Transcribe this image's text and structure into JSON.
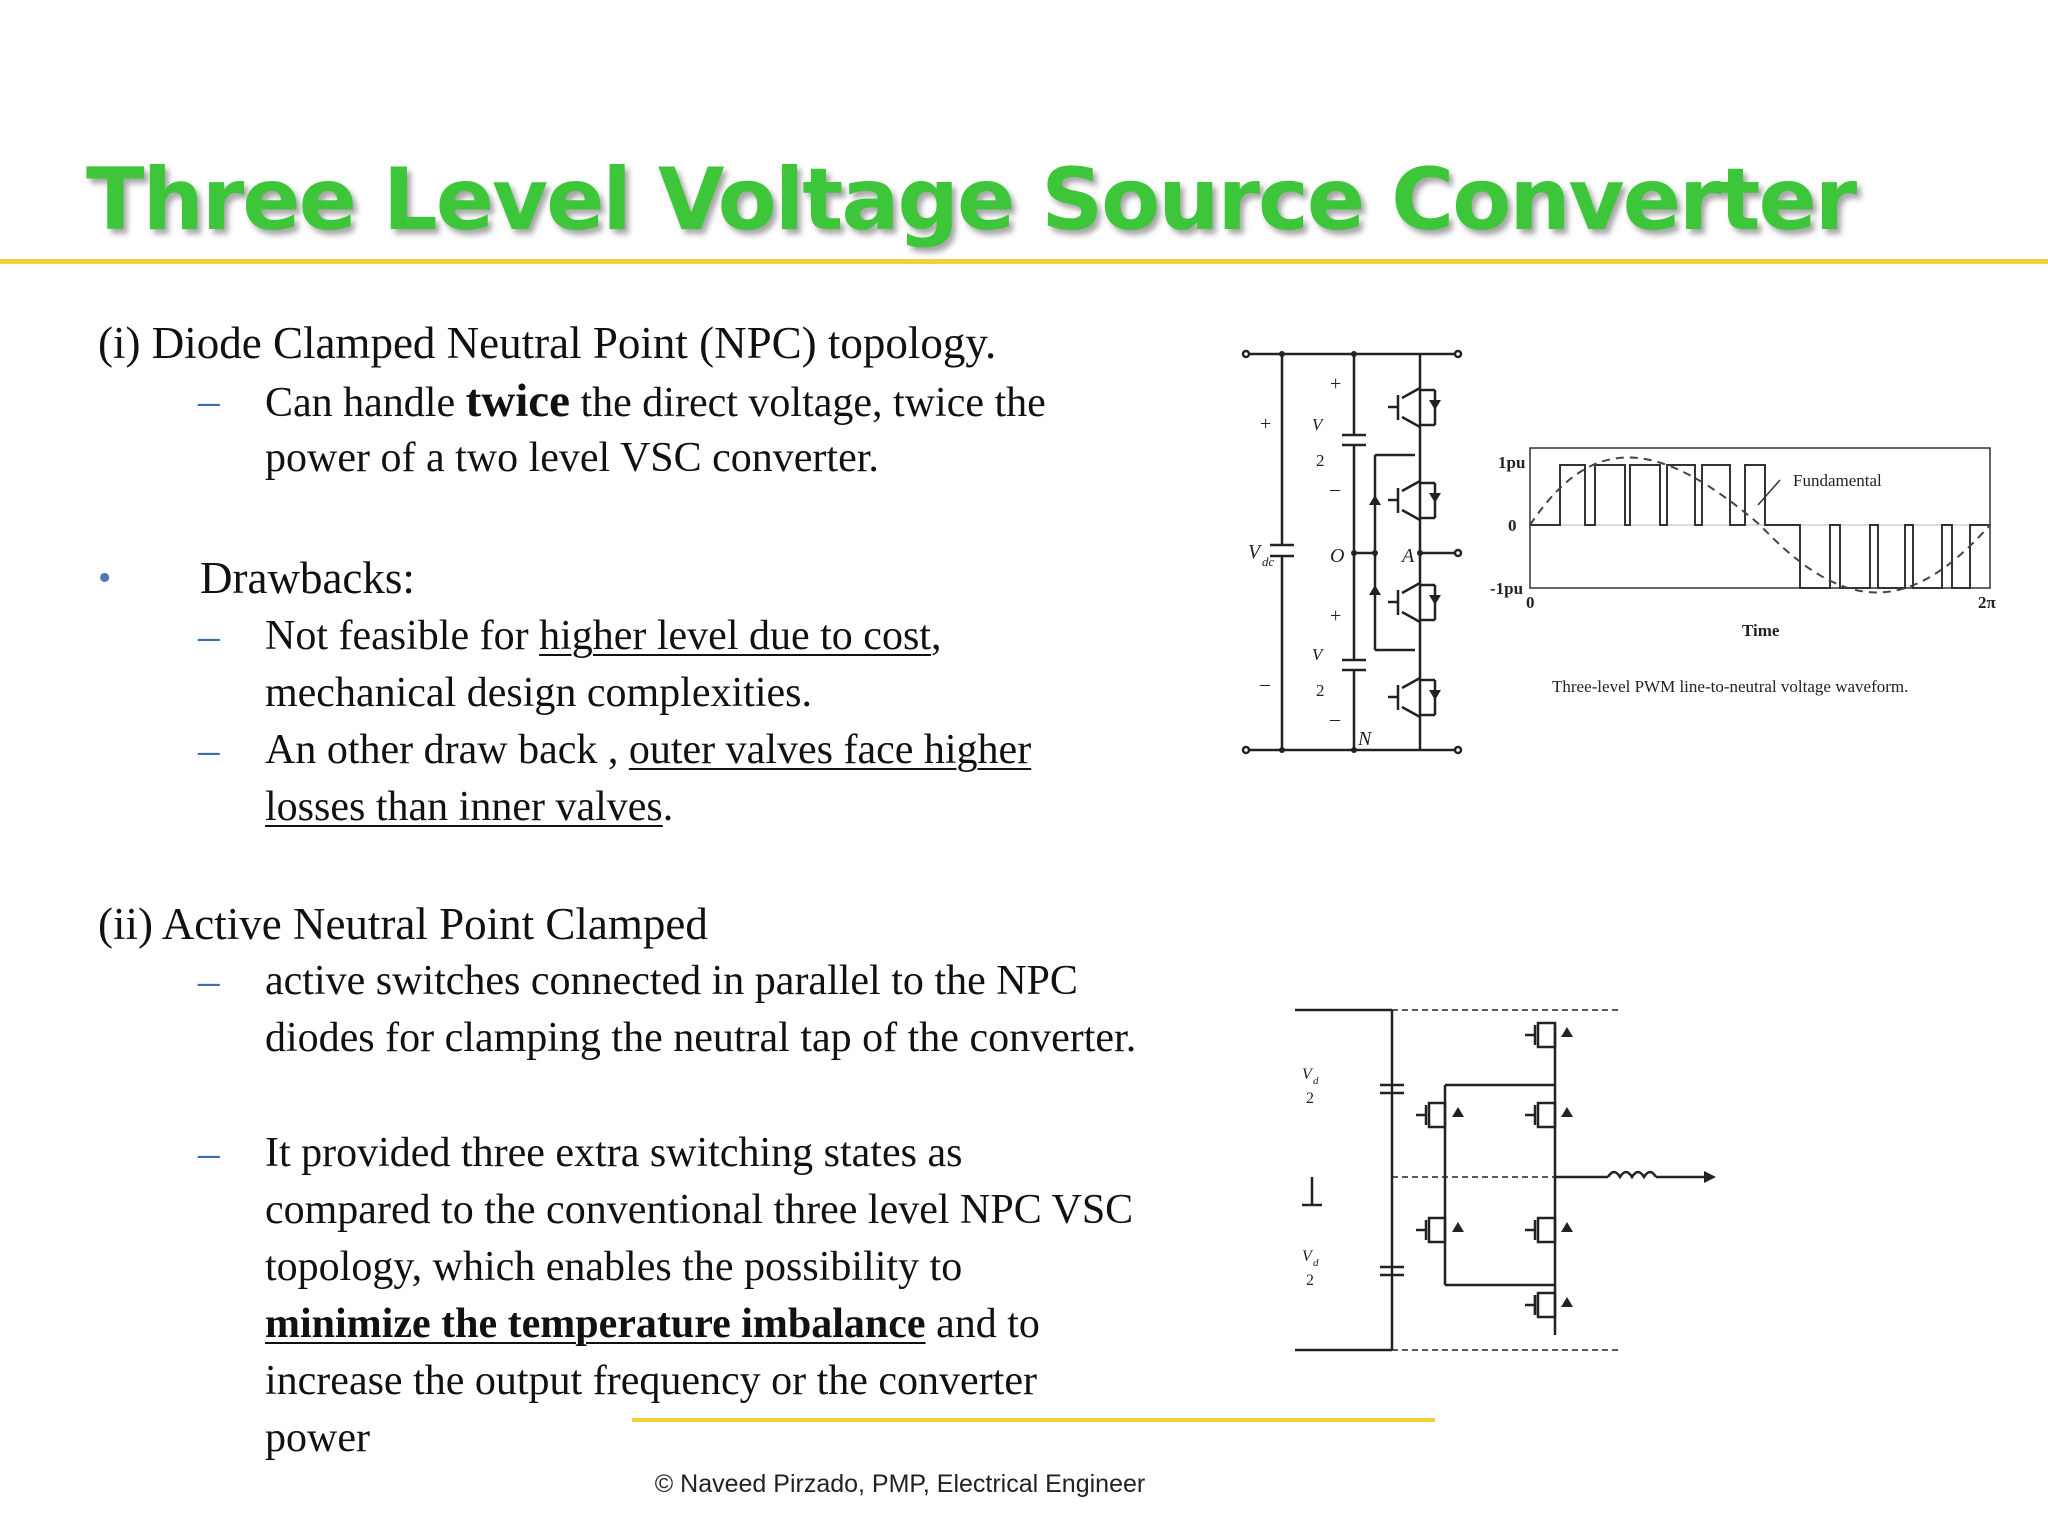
{
  "title": "Three Level Voltage Source Converter",
  "section1": {
    "heading": "(i) Diode Clamped Neutral Point (NPC) topology.",
    "points": [
      {
        "dash": "–",
        "line1_before": "Can handle ",
        "line1_bold": "twice",
        "line1_after": " the direct voltage, twice the",
        "line2": "power of a two level VSC converter."
      }
    ]
  },
  "drawbacks": {
    "bullet": "•",
    "heading": "Drawbacks:",
    "points": [
      {
        "dash": "–",
        "line1_before": "Not feasible for ",
        "line1_underline": "higher level due to cost",
        "line1_after": ",",
        "line2": "mechanical design complexities."
      },
      {
        "dash": "–",
        "line1_before": "An other draw back , ",
        "line1_underline": "outer valves face higher",
        "line2_underline": "losses than inner valves",
        "line2_after": "."
      }
    ]
  },
  "section2": {
    "heading": "(ii) Active Neutral Point Clamped",
    "points": [
      {
        "dash": "–",
        "lines": [
          "active switches connected in parallel to the NPC",
          "diodes for clamping the neutral tap of the converter."
        ]
      },
      {
        "dash": "–",
        "lines": [
          "It provided three extra switching states as",
          "compared to the conventional three level NPC VSC",
          "topology, which enables the possibility to"
        ],
        "line4_bold_underline": "minimize the temperature imbalance",
        "line4_after": " and to",
        "lines_after": [
          "increase the output frequency or the converter",
          "power"
        ]
      }
    ]
  },
  "npc_circuit": {
    "labels": {
      "plus": "+",
      "minus": "–",
      "vdc": "V",
      "vdc_sub": "dc",
      "half": "2",
      "o": "O",
      "a": "A",
      "n": "N"
    }
  },
  "waveform": {
    "labels": {
      "y_top": "1pu",
      "y_mid": "0",
      "y_bot": "-1pu",
      "x_start": "0",
      "x_end": "2π",
      "x_label": "Time",
      "legend": "Fundamental"
    },
    "caption": "Three-level PWM line-to-neutral voltage waveform."
  },
  "anpc_circuit": {
    "labels": {
      "vd": "V",
      "vd_sub": "d",
      "half": "2"
    }
  },
  "footer": "© Naveed Pirzado, PMP, Electrical Engineer"
}
